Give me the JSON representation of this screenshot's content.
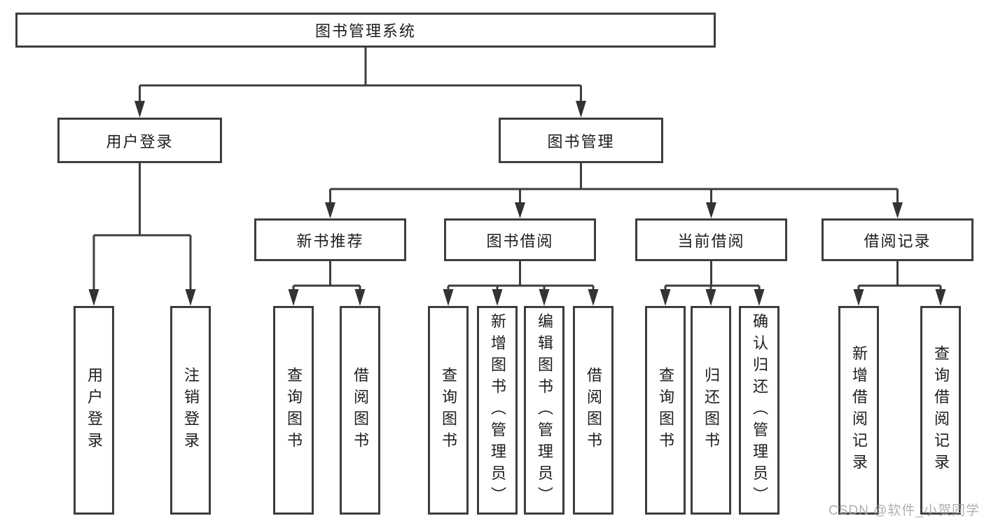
{
  "tree": {
    "root": {
      "label": "图书管理系统",
      "children": [
        {
          "label": "用户登录",
          "children": [
            {
              "label": "用户登录"
            },
            {
              "label": "注销登录"
            }
          ]
        },
        {
          "label": "图书管理",
          "children": [
            {
              "label": "新书推荐",
              "children": [
                {
                  "label": "查询图书"
                },
                {
                  "label": "借阅图书"
                }
              ]
            },
            {
              "label": "图书借阅",
              "children": [
                {
                  "label": "查询图书"
                },
                {
                  "label": "新增图书（管理员）"
                },
                {
                  "label": "编辑图书（管理员）"
                },
                {
                  "label": "借阅图书"
                }
              ]
            },
            {
              "label": "当前借阅",
              "children": [
                {
                  "label": "查询图书"
                },
                {
                  "label": "归还图书"
                },
                {
                  "label": "确认归还（管理员）"
                }
              ]
            },
            {
              "label": "借阅记录",
              "children": [
                {
                  "label": "新增借阅记录"
                },
                {
                  "label": "查询借阅记录"
                }
              ]
            }
          ]
        }
      ]
    },
    "watermark": "CSDN @软件_小贺同学",
    "colors": {
      "line": "#3d3d3d",
      "text": "#1d1d1d",
      "watermark": "#a4a7ab",
      "background": "#ffffff"
    }
  }
}
